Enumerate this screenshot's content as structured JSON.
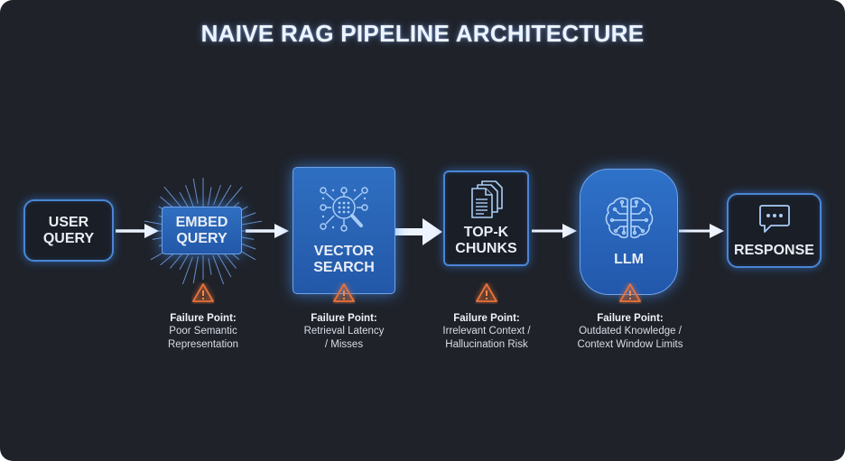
{
  "title": "NAIVE RAG PIPELINE ARCHITECTURE",
  "colors": {
    "background": "#1f2229",
    "node_blue": "#2a64b8",
    "node_border": "#4a86d4",
    "warning": "#e8733a",
    "text": "#e9eef6"
  },
  "nodes": [
    {
      "id": "user-query",
      "lines": [
        "USER",
        "QUERY"
      ],
      "style": "outlined",
      "icon": null
    },
    {
      "id": "embed-query",
      "lines": [
        "EMBED",
        "QUERY"
      ],
      "style": "filled-glow",
      "icon": null
    },
    {
      "id": "vector-search",
      "lines": [
        "VECTOR",
        "SEARCH"
      ],
      "style": "filled",
      "icon": "vector-search-magnifier-icon"
    },
    {
      "id": "top-k-chunks",
      "lines": [
        "TOP-K",
        "CHUNKS"
      ],
      "style": "outlined",
      "icon": "stacked-documents-icon"
    },
    {
      "id": "llm",
      "lines": [
        "LLM"
      ],
      "style": "filled-rounded",
      "icon": "brain-circuit-icon"
    },
    {
      "id": "response",
      "lines": [
        "RESPONSE"
      ],
      "style": "outlined",
      "icon": "chat-bubble-icon"
    }
  ],
  "edges": [
    {
      "from": "user-query",
      "to": "embed-query"
    },
    {
      "from": "embed-query",
      "to": "vector-search"
    },
    {
      "from": "vector-search",
      "to": "top-k-chunks"
    },
    {
      "from": "top-k-chunks",
      "to": "llm"
    },
    {
      "from": "llm",
      "to": "response"
    }
  ],
  "failure_points": [
    {
      "node": "embed-query",
      "heading": "Failure Point:",
      "lines": [
        "Poor Semantic",
        "Representation"
      ],
      "icon": "warning-triangle-icon"
    },
    {
      "node": "vector-search",
      "heading": "Failure Point:",
      "lines": [
        "Retrieval Latency",
        "/ Misses"
      ],
      "icon": "warning-triangle-icon"
    },
    {
      "node": "top-k-chunks",
      "heading": "Failure Point:",
      "lines": [
        "Irrelevant Context /",
        "Hallucination Risk"
      ],
      "icon": "warning-triangle-icon"
    },
    {
      "node": "llm",
      "heading": "Failure Point:",
      "lines": [
        "Outdated Knowledge /",
        "Context Window Limits"
      ],
      "icon": "warning-triangle-icon"
    }
  ]
}
